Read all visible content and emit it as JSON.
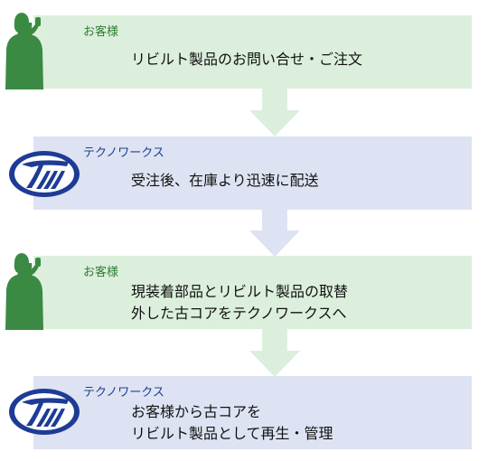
{
  "steps": [
    {
      "role": "お客様",
      "lines": [
        "リビルト製品のお問い合せ・ご注文"
      ],
      "icon": "person-silhouette-icon",
      "color": "#dcefdc"
    },
    {
      "role": "テクノワークス",
      "lines": [
        "受注後、在庫より迅速に配送"
      ],
      "icon": "company-logo-icon",
      "color": "#dde3f3"
    },
    {
      "role": "お客様",
      "lines": [
        "現装着部品とリビルト製品の取替",
        "外した古コアをテクノワークスへ"
      ],
      "icon": "person-silhouette-icon",
      "color": "#dcefdc"
    },
    {
      "role": "テクノワークス",
      "lines": [
        "お客様から古コアを",
        "リビルト製品として再生・管理"
      ],
      "icon": "company-logo-icon",
      "color": "#dde3f3"
    }
  ],
  "arrows": [
    {
      "icon": "down-arrow-icon",
      "color": "#dcefdc"
    },
    {
      "icon": "down-arrow-icon",
      "color": "#dde3f3"
    },
    {
      "icon": "down-arrow-icon",
      "color": "#dcefdc"
    }
  ],
  "colors": {
    "customer_panel": "#dcefdc",
    "customer_label": "#2e7d32",
    "customer_figure": "#3b8a43",
    "company_panel": "#dde3f3",
    "company_label": "#1f3f8f",
    "company_logo": "#1e3c96"
  }
}
